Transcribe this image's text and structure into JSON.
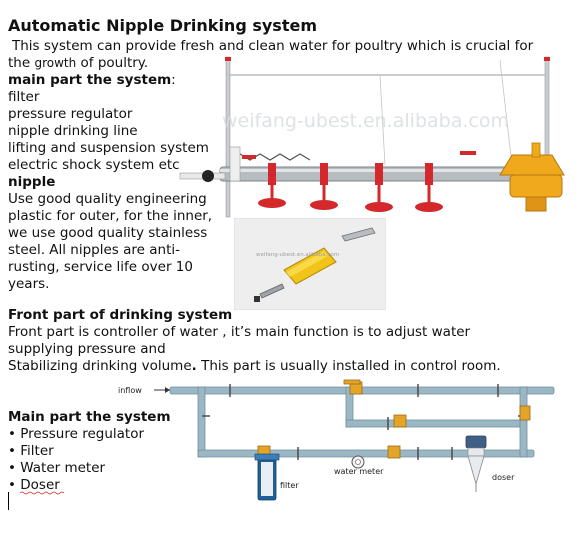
{
  "title": "Automatic Nipple Drinking system",
  "intro": {
    "line1": "This system can provide fresh and clean water for poultry which is crucial for",
    "line2_a": "the ",
    "line2_b": "growth",
    "line2_c": " of poultry."
  },
  "main_heading": "main part the system",
  "main_heading_colon": ":",
  "main_parts": [
    "filter",
    "pressure regulator",
    "nipple drinking line",
    "lifting and suspension system",
    "electric shock system etc"
  ],
  "nipple": {
    "heading": "nipple",
    "lines": [
      "Use good quality engineering",
      "plastic for outer, for the inner,",
      "we use good quality stainless",
      "steel. All nipples are anti-",
      "rusting, service life over 10",
      "years."
    ]
  },
  "watermark": "weifang-ubest.en.alibaba.com",
  "front": {
    "heading": "Front part of drinking system",
    "line1": "Front part is controller of water , it’s main function is to adjust water",
    "line2": "supplying pressure and",
    "line3_a": "Stabilizing drinking volume",
    "line3_dot": ".",
    "line3_b": " This part is usually installed in control room."
  },
  "bottom": {
    "heading": "Main part  the system",
    "bullet": "•",
    "items": [
      "Pressure regulator",
      "Filter",
      "Water meter",
      "Doser"
    ]
  },
  "diagram_labels": {
    "inflow": "inflow",
    "water_meter": "water meter",
    "filter": "filter",
    "doser": "doser"
  },
  "colors": {
    "accent_red": "#d4282c",
    "pipe": "#9bb7c4",
    "brass": "#e3a528",
    "yellow_regulator": "#f0a81c"
  }
}
